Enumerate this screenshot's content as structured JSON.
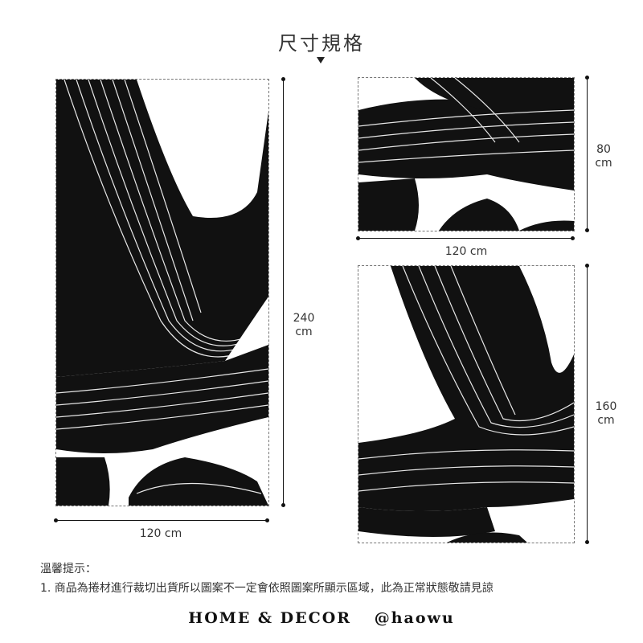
{
  "header": {
    "title": "尺寸規格"
  },
  "panels": {
    "large": {
      "width_label": "120 cm",
      "height_value": "240",
      "height_unit": "cm"
    },
    "small": {
      "width_label": "120 cm",
      "height_value": "80",
      "height_unit": "cm"
    },
    "medium": {
      "height_value": "160",
      "height_unit": "cm"
    }
  },
  "notes": {
    "heading": "溫馨提示：",
    "line1": "1. 商品為捲材進行裁切出貨所以圖案不一定會依照圖案所顯示區域，此為正常狀態敬請見諒"
  },
  "footer": {
    "brand": "HOME & DECOR",
    "handle": "@haowu"
  },
  "colors": {
    "ink": "#111111",
    "background": "#ffffff"
  }
}
